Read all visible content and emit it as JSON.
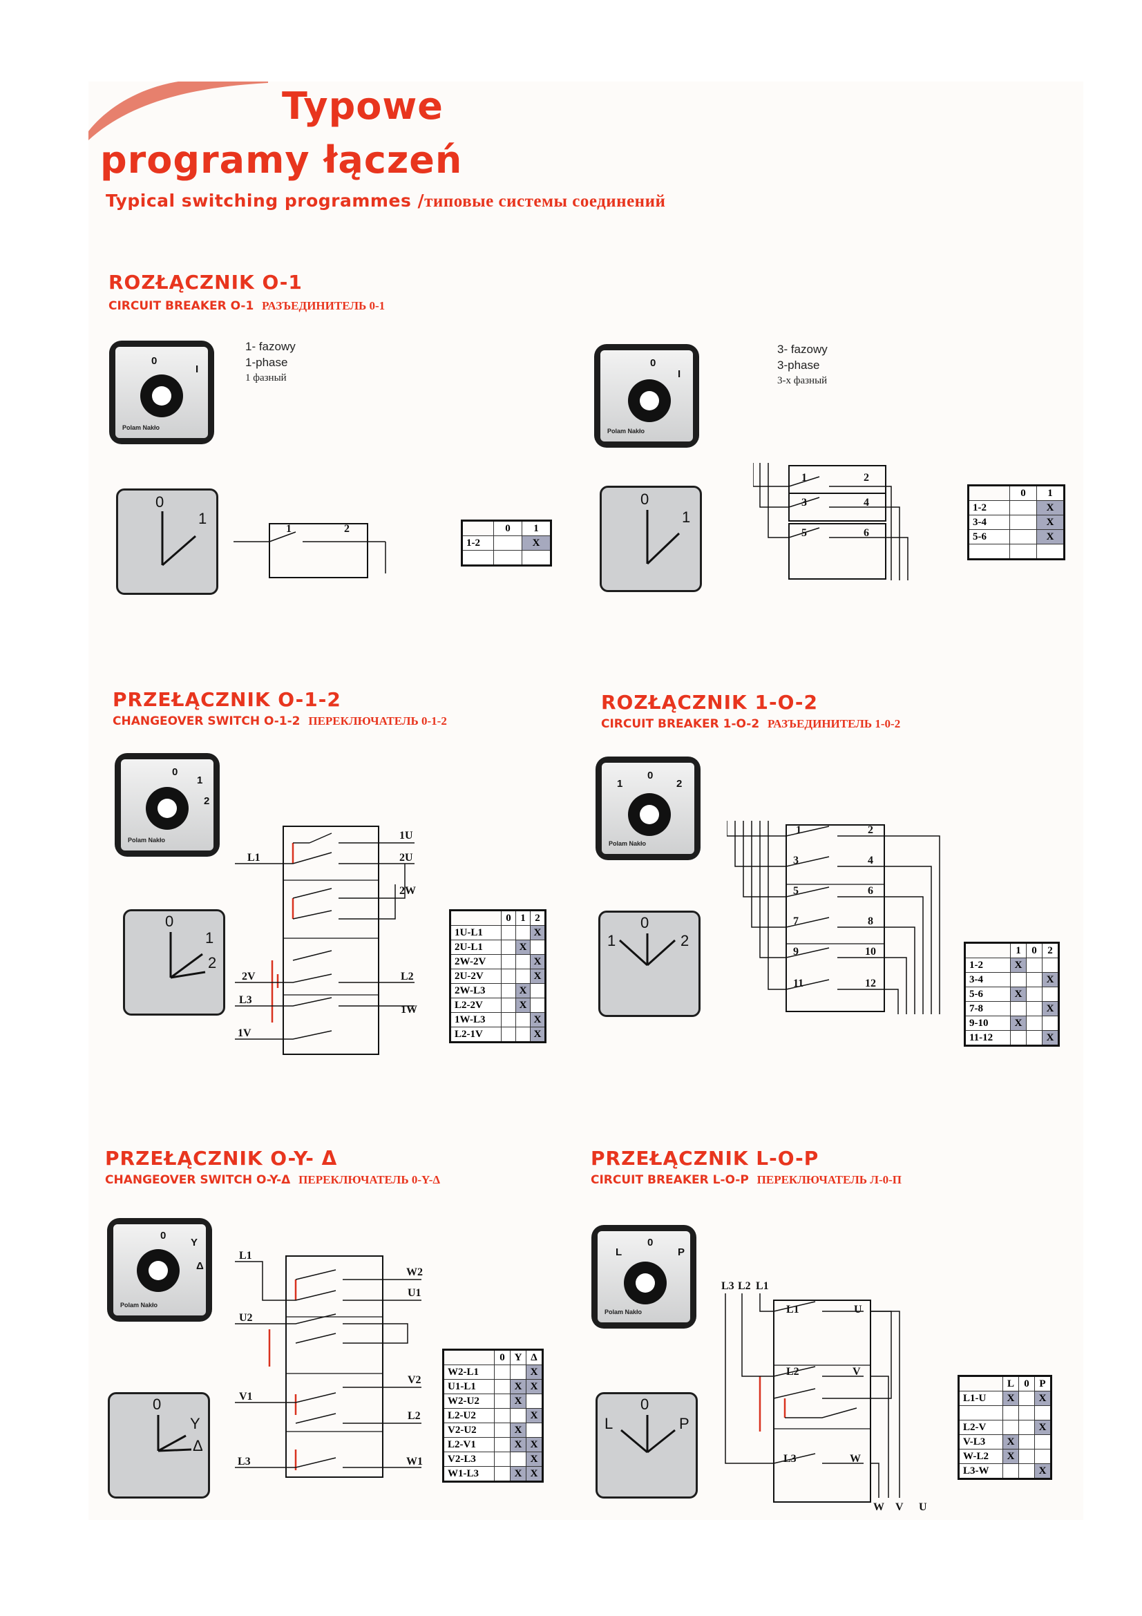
{
  "title": {
    "line1": "Typowe",
    "line2": "programy łączeń",
    "sub_en": "Typical switching programmes /",
    "sub_ru": "типовые системы соединений"
  },
  "sections": {
    "s1": {
      "heading": "ROZŁĄCZNIK  O-1",
      "sub_en": "CIRCUIT BREAKER O-1",
      "sub_ru": "РАЗЪЕДИНИТЕЛЬ 0-1"
    },
    "s2": {
      "heading": "PRZEŁĄCZNIK  O-1-2",
      "sub_en": "CHANGEOVER SWITCH  O-1-2",
      "sub_ru": "ПЕРЕКЛЮЧАТЕЛЬ 0-1-2"
    },
    "s3": {
      "heading": "ROZŁĄCZNIK  1-O-2",
      "sub_en": "CIRCUIT BREAKER  1-O-2",
      "sub_ru": "РАЗЪЕДИНИТЕЛЬ 1-0-2"
    },
    "s4": {
      "heading": "PRZEŁĄCZNIK  O-Y- Δ",
      "sub_en": "CHANGEOVER SWITCH O-Y-Δ",
      "sub_ru": "ПЕРЕКЛЮЧАТЕЛЬ 0-Y-Δ"
    },
    "s5": {
      "heading": "PRZEŁĄCZNIK  L-O-P",
      "sub_en": "CIRCUIT BREAKER  L-O-P",
      "sub_ru": "ПЕРЕКЛЮЧАТЕЛЬ Л-0-П"
    }
  },
  "notes": {
    "one_phase": {
      "pl": "1- fazowy",
      "en": "1-phase",
      "ru": "1 фазный"
    },
    "three_phase": {
      "pl": "3- fazowy",
      "en": "3-phase",
      "ru": "3-х фазный"
    }
  },
  "brand": "Polam Nakło",
  "knob_labels": {
    "k1": [
      "0",
      "I"
    ],
    "k2": [
      "0",
      "I"
    ],
    "k3": [
      "0",
      "1",
      "2"
    ],
    "k4": [
      "1",
      "0",
      "2"
    ],
    "k5": [
      "0",
      "Y",
      "Δ"
    ],
    "k6": [
      "L",
      "0",
      "P"
    ]
  },
  "dial_labels": {
    "d1": [
      "0",
      "1"
    ],
    "d2": [
      "0",
      "1"
    ],
    "d3": [
      "0",
      "1",
      "2"
    ],
    "d4": [
      "0",
      "1",
      "2"
    ],
    "d5": [
      "0",
      "Y",
      "Δ"
    ],
    "d6": [
      "0",
      "L",
      "P"
    ]
  },
  "diagram_labels": {
    "w1": [
      "1",
      "2"
    ],
    "w2": [
      "1",
      "2",
      "3",
      "4",
      "5",
      "6"
    ],
    "w3": [
      "1U",
      "L1",
      "2U",
      "2W",
      "2V",
      "L2",
      "L3",
      "1W",
      "1V"
    ],
    "w4": [
      "1",
      "2",
      "3",
      "4",
      "5",
      "6",
      "7",
      "8",
      "9",
      "10",
      "11",
      "12"
    ],
    "w5": [
      "L1",
      "W2",
      "U1",
      "U2",
      "V2",
      "V1",
      "L2",
      "L3",
      "W1"
    ],
    "w6": [
      "L3",
      "L2",
      "L1",
      "L1",
      "U",
      "L2",
      "V",
      "L3",
      "W",
      "W",
      "V",
      "U"
    ]
  },
  "colors": {
    "accent": "#e8351e",
    "mark": "#a6a9be",
    "wire_red": "#d9321f"
  },
  "tables": {
    "t1": {
      "cols": [
        "0",
        "1"
      ],
      "rows": [
        {
          "label": "1-2",
          "cells": [
            "",
            "X"
          ]
        },
        {
          "label": "",
          "cells": [
            "",
            ""
          ]
        }
      ]
    },
    "t2": {
      "cols": [
        "0",
        "1"
      ],
      "rows": [
        {
          "label": "1-2",
          "cells": [
            "",
            "X"
          ]
        },
        {
          "label": "3-4",
          "cells": [
            "",
            "X"
          ]
        },
        {
          "label": "5-6",
          "cells": [
            "",
            "X"
          ]
        },
        {
          "label": "",
          "cells": [
            "",
            ""
          ]
        }
      ]
    },
    "t3": {
      "cols": [
        "0",
        "1",
        "2"
      ],
      "rows": [
        {
          "label": "1U-L1",
          "cells": [
            "",
            "",
            "X"
          ]
        },
        {
          "label": "2U-L1",
          "cells": [
            "",
            "X",
            ""
          ]
        },
        {
          "label": "2W-2V",
          "cells": [
            "",
            "",
            "X"
          ]
        },
        {
          "label": "2U-2V",
          "cells": [
            "",
            "",
            "X"
          ]
        },
        {
          "label": "2W-L3",
          "cells": [
            "",
            "X",
            ""
          ]
        },
        {
          "label": "L2-2V",
          "cells": [
            "",
            "X",
            ""
          ]
        },
        {
          "label": "1W-L3",
          "cells": [
            "",
            "",
            "X"
          ]
        },
        {
          "label": "L2-1V",
          "cells": [
            "",
            "",
            "X"
          ]
        }
      ]
    },
    "t4": {
      "cols": [
        "1",
        "0",
        "2"
      ],
      "rows": [
        {
          "label": "1-2",
          "cells": [
            "X",
            "",
            ""
          ]
        },
        {
          "label": "3-4",
          "cells": [
            "",
            "",
            "X"
          ]
        },
        {
          "label": "5-6",
          "cells": [
            "X",
            "",
            ""
          ]
        },
        {
          "label": "7-8",
          "cells": [
            "",
            "",
            "X"
          ]
        },
        {
          "label": "9-10",
          "cells": [
            "X",
            "",
            ""
          ]
        },
        {
          "label": "11-12",
          "cells": [
            "",
            "",
            "X"
          ]
        }
      ]
    },
    "t5": {
      "cols": [
        "0",
        "Y",
        "Δ"
      ],
      "rows": [
        {
          "label": "W2-L1",
          "cells": [
            "",
            "",
            "X"
          ]
        },
        {
          "label": "U1-L1",
          "cells": [
            "",
            "X",
            "X"
          ]
        },
        {
          "label": "W2-U2",
          "cells": [
            "",
            "X",
            ""
          ]
        },
        {
          "label": "L2-U2",
          "cells": [
            "",
            "",
            "X"
          ]
        },
        {
          "label": "V2-U2",
          "cells": [
            "",
            "X",
            ""
          ]
        },
        {
          "label": "L2-V1",
          "cells": [
            "",
            "X",
            "X"
          ]
        },
        {
          "label": "V2-L3",
          "cells": [
            "",
            "",
            "X"
          ]
        },
        {
          "label": "W1-L3",
          "cells": [
            "",
            "X",
            "X"
          ]
        }
      ]
    },
    "t6": {
      "cols": [
        "L",
        "0",
        "P"
      ],
      "rows": [
        {
          "label": "L1-U",
          "cells": [
            "X",
            "",
            "X"
          ]
        },
        {
          "label": "",
          "cells": [
            "",
            "",
            ""
          ]
        },
        {
          "label": "L2-V",
          "cells": [
            "",
            "",
            "X"
          ]
        },
        {
          "label": "V-L3",
          "cells": [
            "X",
            "",
            ""
          ]
        },
        {
          "label": "W-L2",
          "cells": [
            "X",
            "",
            ""
          ]
        },
        {
          "label": "L3-W",
          "cells": [
            "",
            "",
            "X"
          ]
        }
      ]
    }
  }
}
